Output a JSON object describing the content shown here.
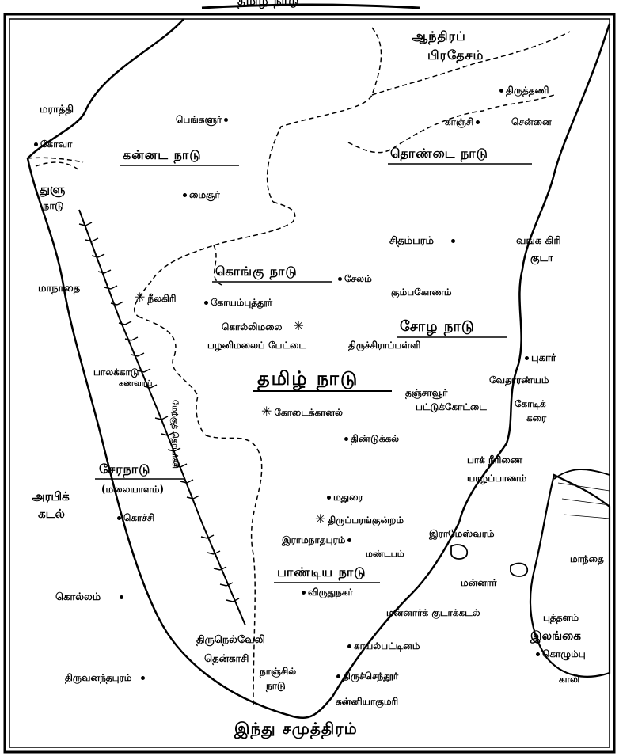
{
  "header": "தமிழ் நாடு",
  "regions": {
    "andhra": "ஆந்திரப்",
    "andhra2": "பிரதேசம்",
    "kannada": "கன்னட நாடு",
    "thondai": "தொண்டை நாடு",
    "kongu": "கொங்கு நாடு",
    "chola": "சோழ நாடு",
    "tamilnadu": "தமிழ் நாடு",
    "chera": "சேரநாடு",
    "chera_sub": "(மலையாளம்)",
    "pandya": "பாண்டிய நாடு",
    "maratti": "மராத்தி",
    "tulu": "துளு",
    "tulu2": "நாடு"
  },
  "places": {
    "tirutani": "திருத்தணி",
    "kanchi": "காஞ்சி",
    "chennai": "சென்னை",
    "bengaluru": "பெங்களூர்",
    "goa": "கோவா",
    "mysore": "மைசூர்",
    "chidambaram": "சிதம்பரம்",
    "vangakiri": "வங்க கிரி",
    "vangakiri2": "குடா",
    "malanad": "மாநாதை",
    "nilgiri": "நீலகிரி",
    "coimbatore": "கோயம்புத்தூர்",
    "salem": "சேலம்",
    "kumbakonam": "கும்பகோணம்",
    "kollimalai": "கொல்லிமலை",
    "palani": "பழனிமலைப் பேட்டை",
    "trichy": "திருச்சிராப்பள்ளி",
    "pukar": "புகார்",
    "palakkad": "பாலக்காடு",
    "palakkad2": "கணவாய்",
    "vedaranyam": "வேதாரண்யம்",
    "thanjavur": "தஞ்சாவூர்",
    "pattukottai": "பட்டுக்கோட்டை",
    "kodikkarai": "கோடிக்",
    "kodikkarai2": "கரை",
    "kodaikanal": "கோடைக்கானல்",
    "dindigul": "திண்டுக்கல்",
    "palkstrait": "பாக் நீரிணை",
    "jaffna": "யாழ்ப்பாணம்",
    "arabian": "அரபிக்",
    "arabian2": "கடல்",
    "kochi": "கொச்சி",
    "madurai": "மதுரை",
    "tirupparankundram": "திருப்பரங்குன்றம்",
    "ramanathapuram": "இராமநாதபுரம்",
    "mandapam": "மண்டபம்",
    "rameswaram": "இராமேஸ்வரம்",
    "mannar": "மன்னார்",
    "mannar_gulf": "மன்னார்க் குடாக்கடல்",
    "trincomalee": "மாந்தை",
    "puttalam": "புத்தளம்",
    "srilanka": "இலங்கை",
    "colombo": "கொழும்பு",
    "kalli": "காலி",
    "virudhunagar": "விருதுநகர்",
    "kollam": "கொல்லம்",
    "tirunelveli": "திருநெல்வேலி",
    "tenkasi": "தென்காசி",
    "thiruvananthapuram": "திருவனந்தபுரம்",
    "nanjil": "நாஞ்சில்",
    "nanjil2": "நாடு",
    "tuticorin": "காயல்பட்டினம்",
    "tiruchendur": "திருச்செந்தூர்",
    "kanyakumari": "கன்னியாகுமரி",
    "ghats": "மேற்குத் தொடர்ச்சி",
    "indian_ocean": "இந்து சமுத்திரம்"
  }
}
